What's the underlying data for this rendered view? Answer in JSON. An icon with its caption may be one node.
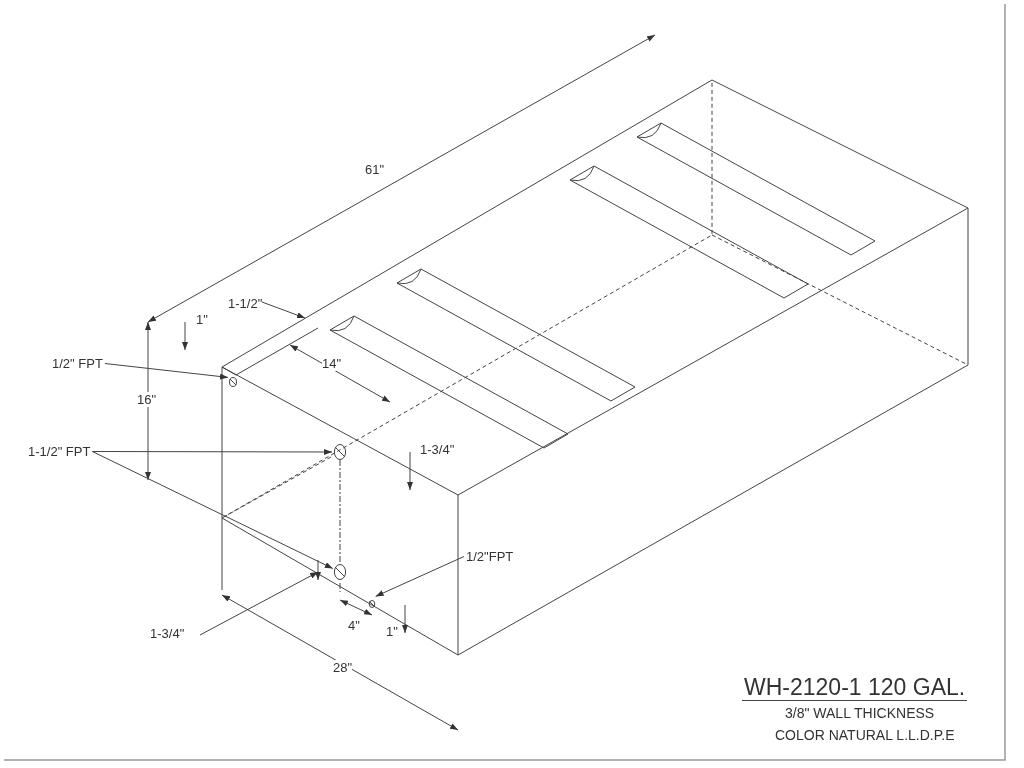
{
  "diagram": {
    "title": "WH-2120-1 120 GAL.",
    "nodes": [
      {
        "text": [
          "1/2\" FPT"
        ]
      },
      {
        "text": [],
        "shape": "circle"
      },
      {
        "text": [
          "1-1/2\" FPT"
        ]
      },
      {
        "text": [],
        "shape": "circle"
      },
      {
        "text": [],
        "shape": "circle"
      },
      {
        "text": [
          "1/2\"FPT"
        ]
      },
      {
        "text": [],
        "shape": "circle"
      }
    ],
    "edges": [
      {
        "from": 0,
        "to": 1,
        "arrow": "to"
      },
      {
        "from": 2,
        "to": 3,
        "arrow": "to"
      },
      {
        "from": 2,
        "to": 4,
        "arrow": "to"
      },
      {
        "from": 5,
        "to": 6,
        "arrow": "to"
      },
      {
        "from": 3,
        "to": 4,
        "arrow": "none",
        "style": "dashed"
      }
    ],
    "labels": [
      "61\"",
      "1-1/2\"",
      "1\"",
      "14\"",
      "16\"",
      "1-3/4\"",
      "1-3/4\"",
      "4\"",
      "1\"",
      "28\"",
      "3/8\" WALL THICKNESS",
      "COLOR NATURAL L.L.D.P.E"
    ]
  }
}
